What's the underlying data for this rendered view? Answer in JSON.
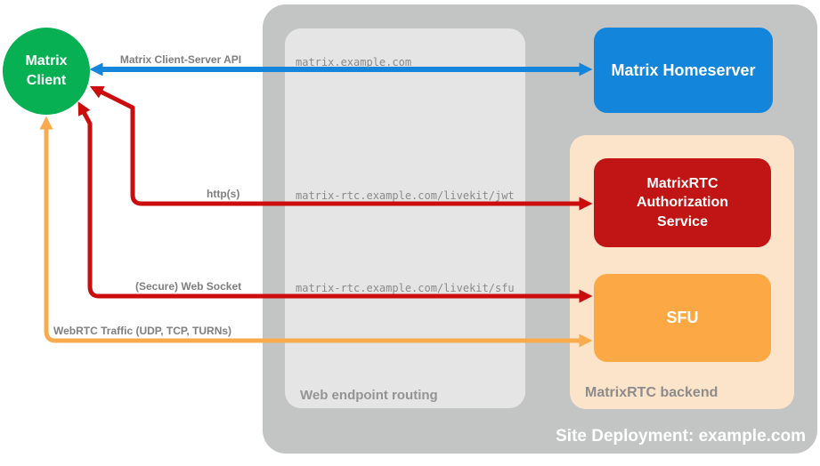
{
  "deployment_title": "Site Deployment: example.com",
  "containers": {
    "web_routing_label": "Web endpoint routing",
    "rtc_backend_label": "MatrixRTC backend"
  },
  "nodes": {
    "client": "Matrix\nClient",
    "homeserver": "Matrix Homeserver",
    "auth_service": "MatrixRTC Authorization Service",
    "sfu": "SFU"
  },
  "connections": [
    {
      "label": "Matrix Client-Server API",
      "route": "matrix.example.com",
      "from": "Matrix Client",
      "to": "Matrix Homeserver",
      "color": "#1385da"
    },
    {
      "label": "http(s)",
      "route": "matrix-rtc.example.com/livekit/jwt",
      "from": "Matrix Client",
      "to": "MatrixRTC Authorization Service",
      "color": "#cc0d0d"
    },
    {
      "label": "(Secure) Web Socket",
      "route": "matrix-rtc.example.com/livekit/sfu",
      "from": "Matrix Client",
      "to": "SFU",
      "color": "#cc0d0d"
    },
    {
      "label": "WebRTC Traffic (UDP, TCP, TURNs)",
      "route": "",
      "from": "Matrix Client",
      "to": "SFU",
      "color": "#f9ab4d"
    }
  ],
  "colors": {
    "client_green": "#07b053",
    "homeserver_blue": "#1385da",
    "auth_red": "#c11414",
    "sfu_orange": "#fba845",
    "backend_peach": "#fbe4c9",
    "outer_gray": "#c3c4c4",
    "inner_gray": "#e5e5e6",
    "label_gray": "#7f7f7f"
  }
}
